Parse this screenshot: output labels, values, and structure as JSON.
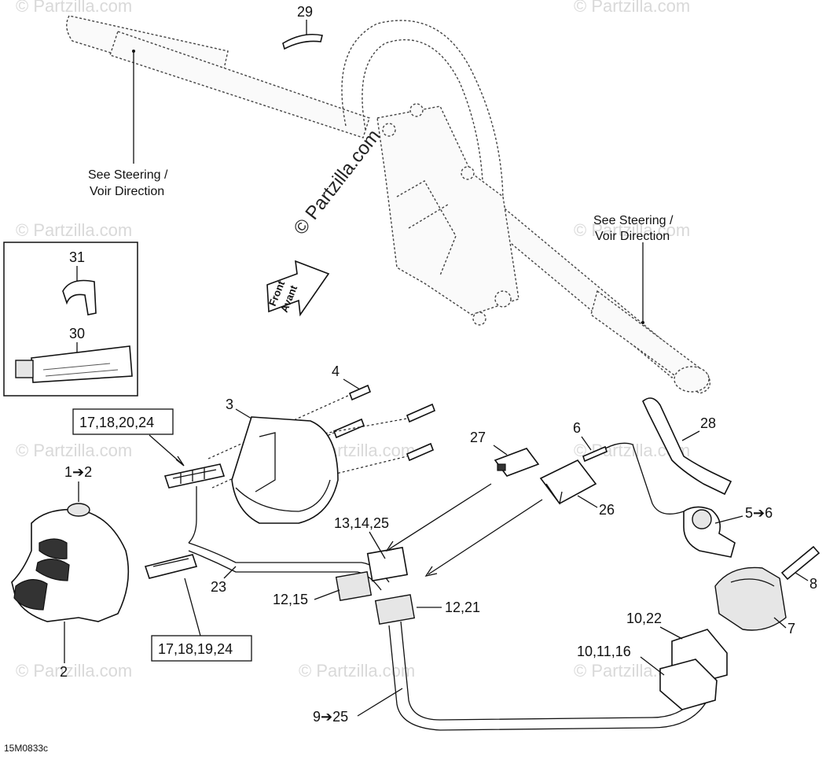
{
  "watermarks": {
    "main": "© Partzilla.com",
    "faint": "© Partzilla.com"
  },
  "drawing_code": "15M0833c",
  "arrow_front": {
    "line1": "Front",
    "line2": "Avant"
  },
  "see_steering_left": {
    "line1": "See Steering /",
    "line2": "Voir Direction"
  },
  "see_steering_right": {
    "line1": "See Steering /",
    "line2": "Voir Direction"
  },
  "callouts": {
    "c1_2": "1➔2",
    "c2": "2",
    "c3": "3",
    "c4": "4",
    "c5_6": "5➔6",
    "c6": "6",
    "c7": "7",
    "c8": "8",
    "c9_25": "9➔25",
    "c10_22": "10,22",
    "c10_11_16": "10,11,16",
    "c12_15": "12,15",
    "c12_21": "12,21",
    "c13_14_25": "13,14,25",
    "c23": "23",
    "c26": "26",
    "c27": "27",
    "c28": "28",
    "c29": "29",
    "c30": "30",
    "c31": "31"
  },
  "boxed_callouts": {
    "top": "17,18,20,24",
    "bottom": "17,18,19,24"
  }
}
